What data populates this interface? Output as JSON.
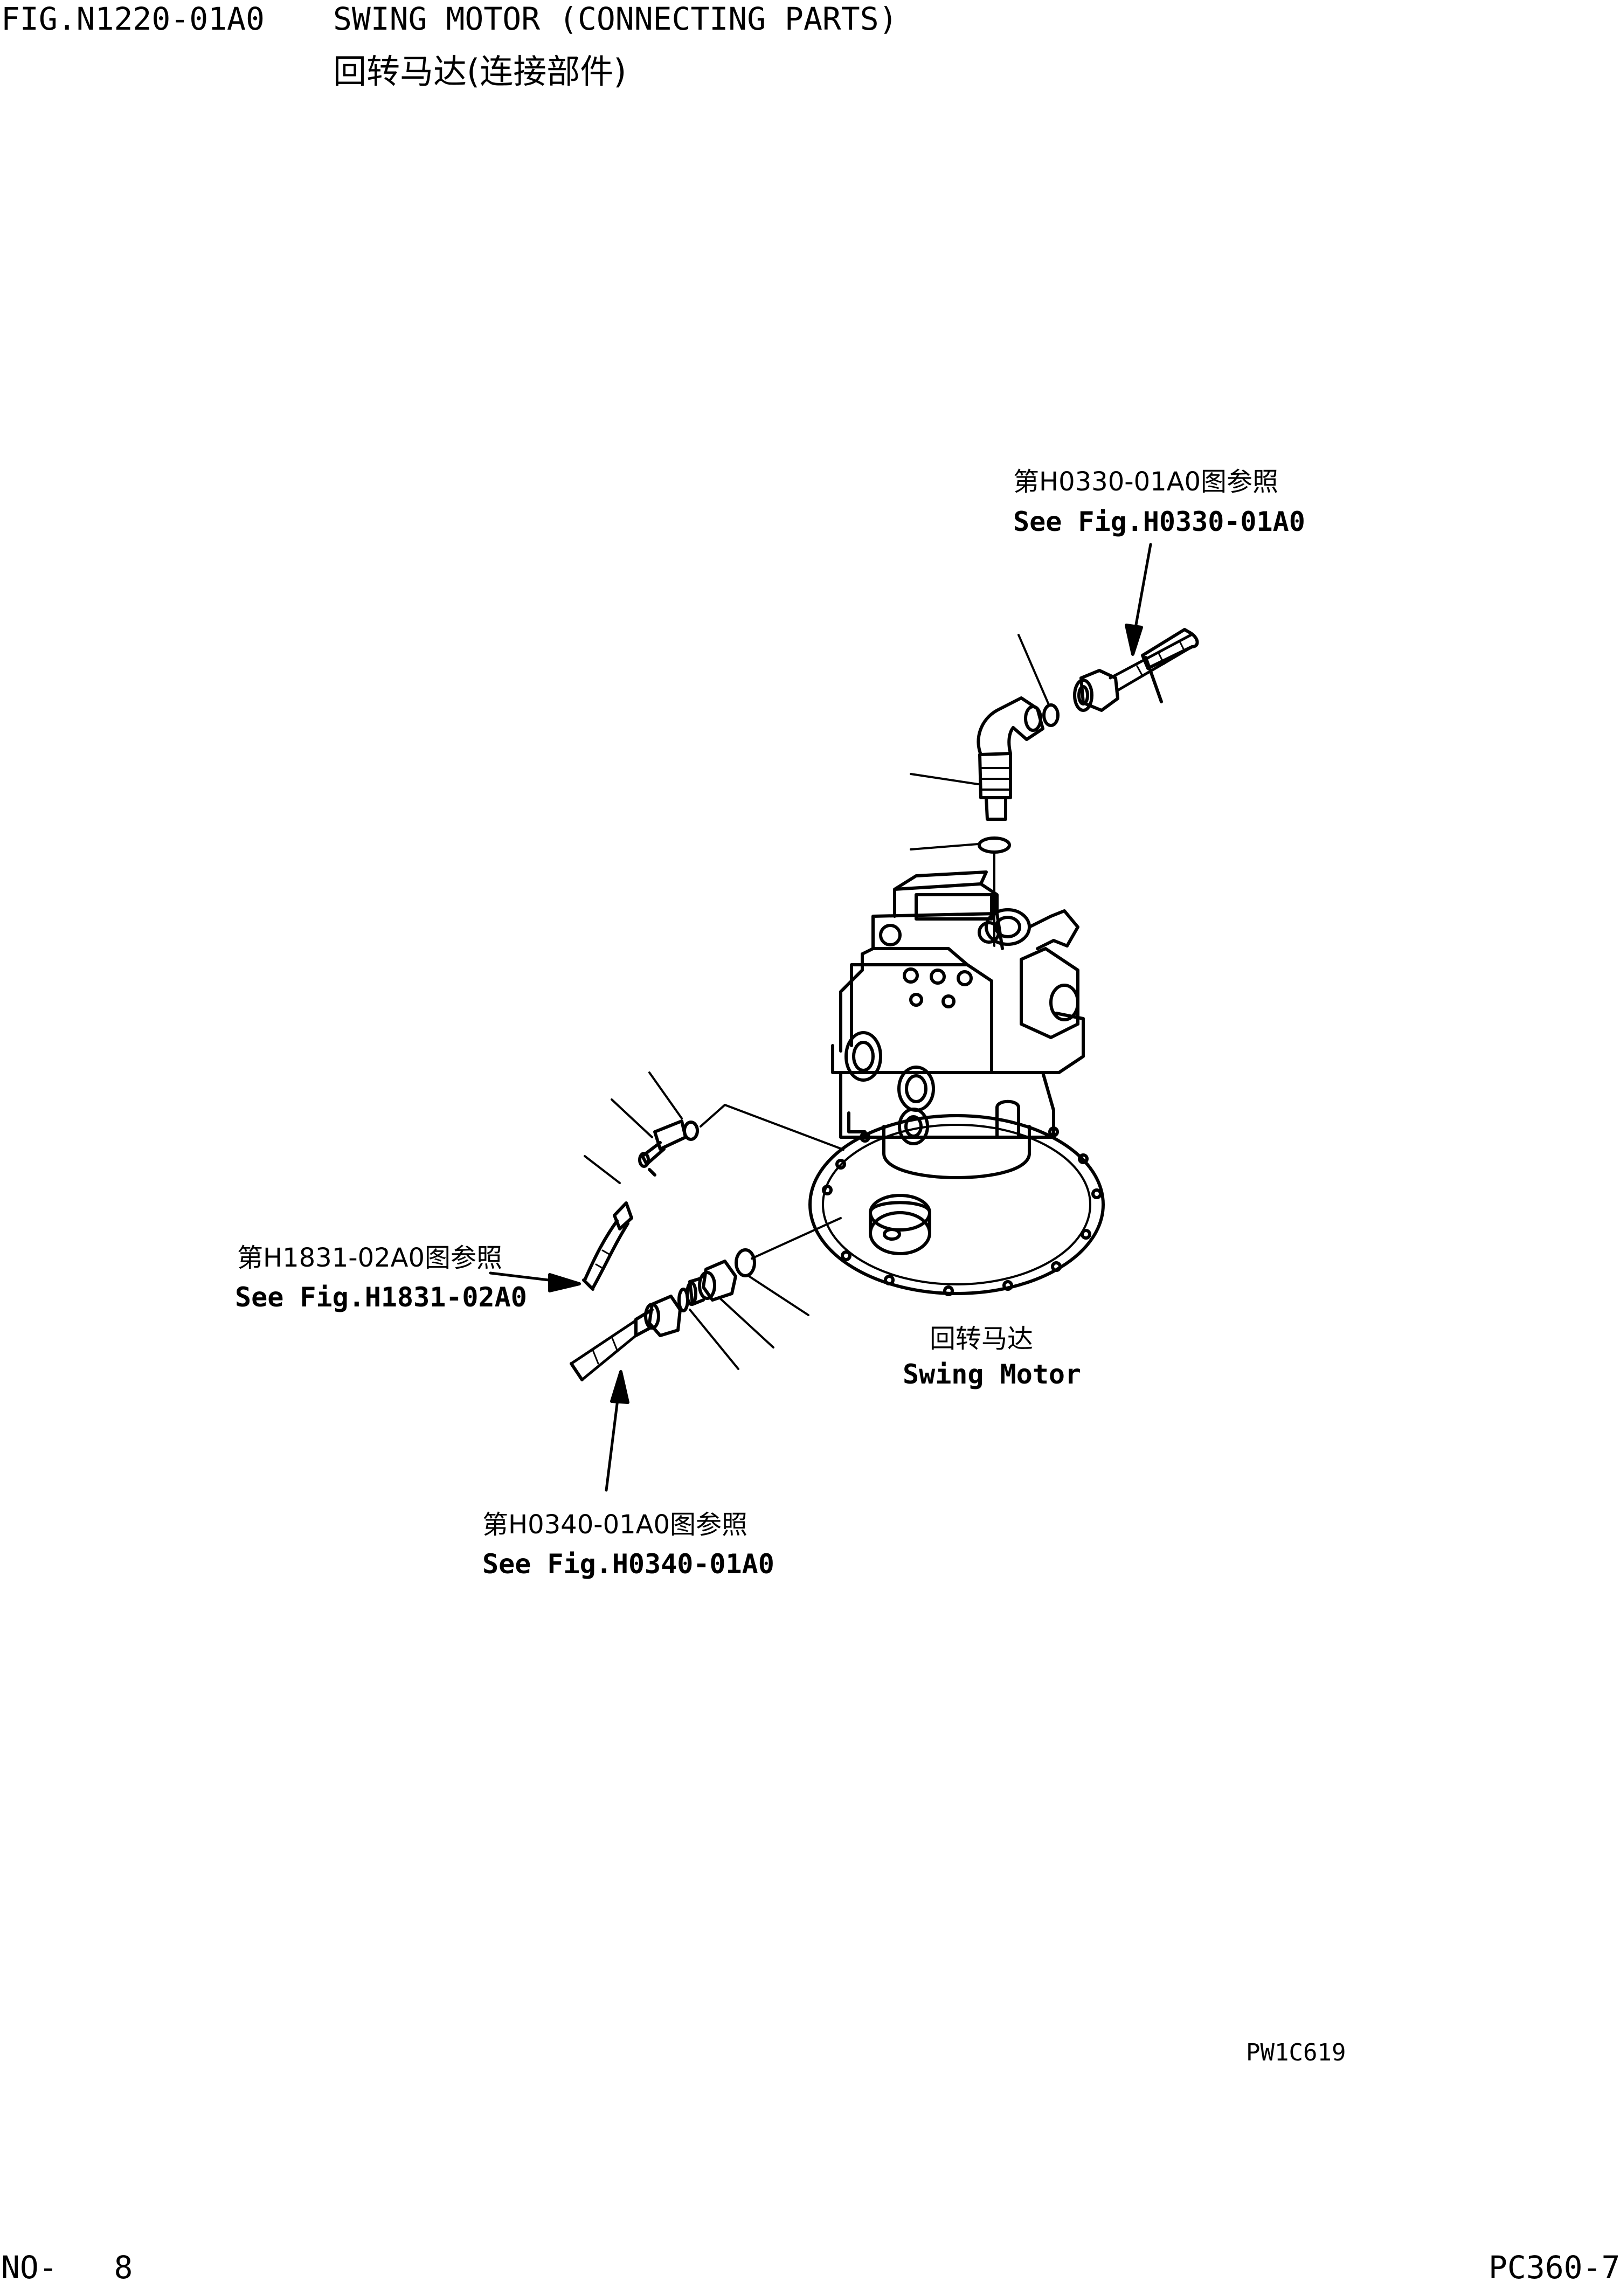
{
  "header": {
    "fig": "FIG.N1220-01A0",
    "title": "SWING MOTOR (CONNECTING PARTS)",
    "title_cn": "回转马达(连接部件)"
  },
  "refs": {
    "top": {
      "cn": "第H0330-01A0图参照",
      "en": "See Fig.H0330-01A0"
    },
    "left": {
      "cn": "第H1831-02A0图参照",
      "en": "See Fig.H1831-02A0"
    },
    "bottom": {
      "cn": "第H0340-01A0图参照",
      "en": "See Fig.H0340-01A0"
    }
  },
  "motor_label": {
    "cn": "回转马达",
    "en": "Swing Motor"
  },
  "drawing_code": "PW1C619",
  "footer": {
    "left": "NO-   8",
    "right": "PC360-7"
  }
}
